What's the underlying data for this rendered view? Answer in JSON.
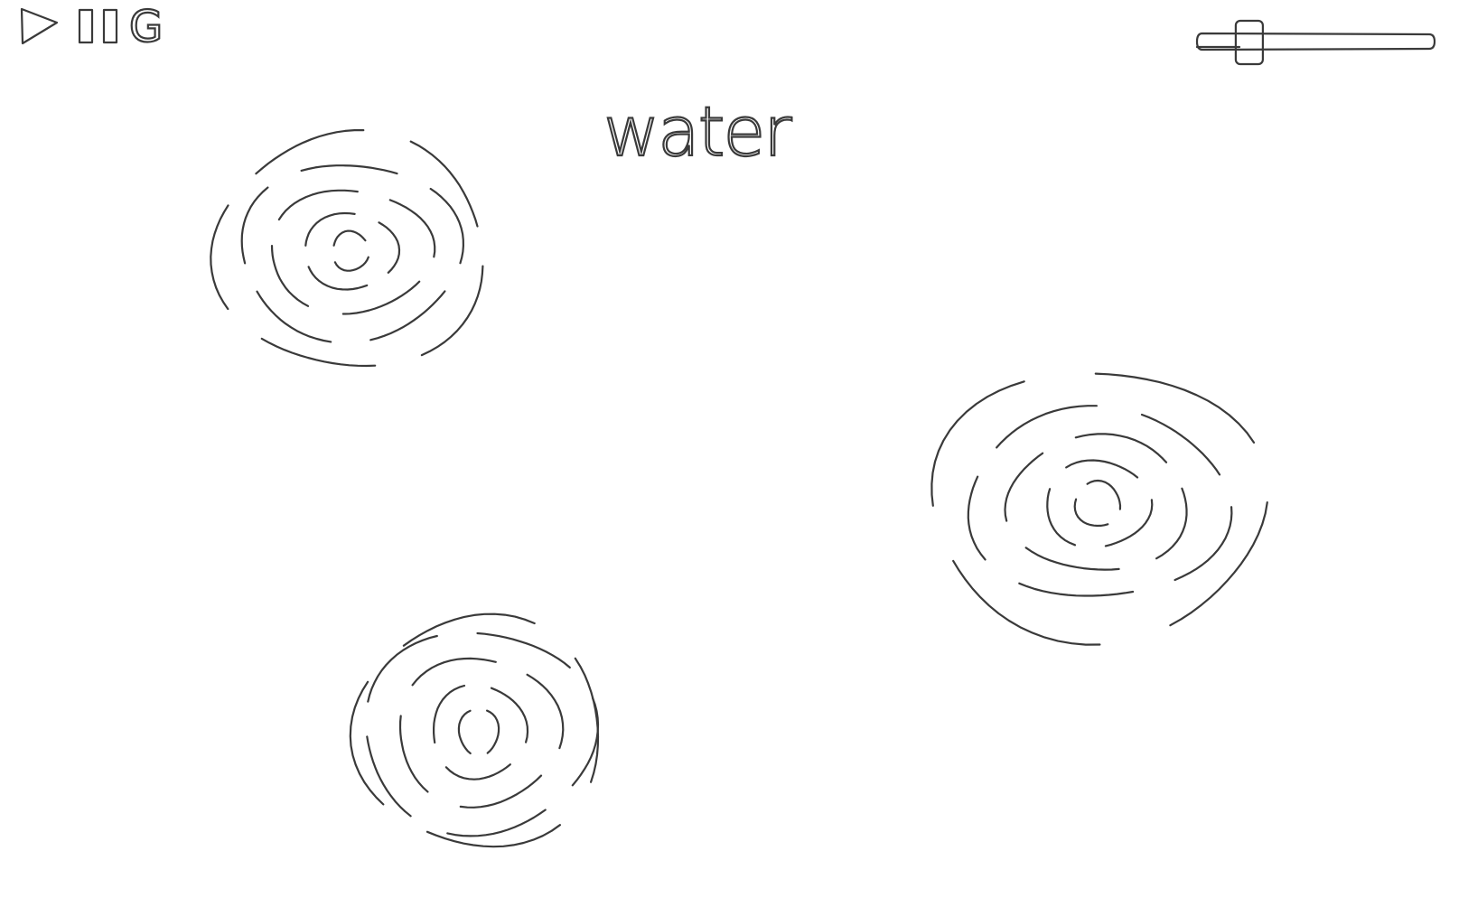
{
  "toolbar": {
    "play_icon": "play-icon",
    "pause_icon": "pause-icon",
    "g_label": "G"
  },
  "title": "water",
  "volume": {
    "icon": "slider",
    "level": 0.22
  },
  "canvas": {
    "ripple_groups": 3,
    "ink_color": "#3a3a3a"
  }
}
